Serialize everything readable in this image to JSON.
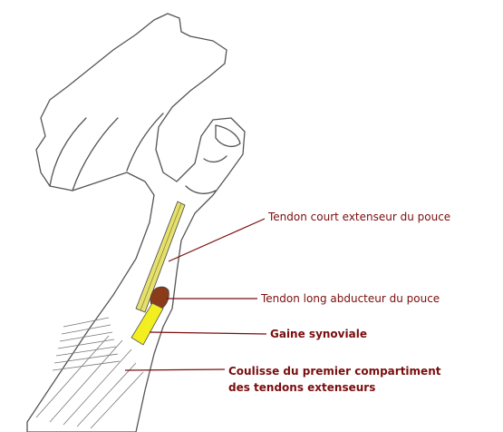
{
  "figure": {
    "labels": [
      {
        "text": "Tendon court extenseur du pouce"
      },
      {
        "text": "Tendon long abducteur du pouce"
      },
      {
        "text": "Gaine synoviale"
      },
      {
        "lines": [
          "Coulisse du premier compartiment",
          "des tendons extenseurs"
        ]
      }
    ],
    "colors": {
      "label_text": "#7a0d0d",
      "leader_line": "#7a0d0d",
      "skin_outline": "#555555",
      "tendon_short_extensor": "#e5e070",
      "tendon_long_abductor": "#8b3a1a",
      "synovial_sheath": "#f2ee20"
    }
  }
}
